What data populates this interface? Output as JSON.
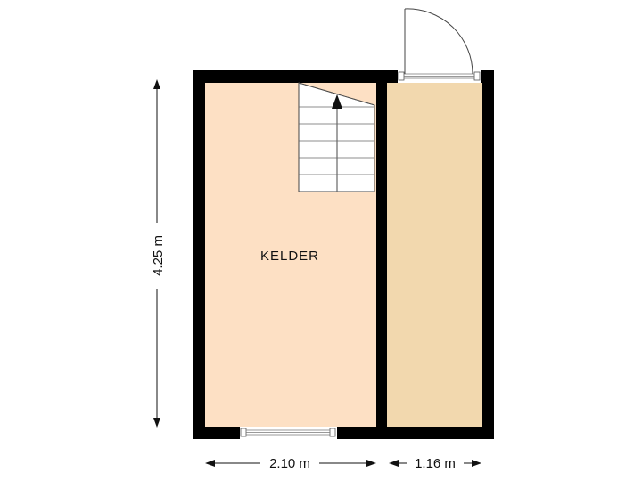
{
  "floorplan": {
    "rooms": [
      {
        "name": "KELDER",
        "fill": "#fde0c4"
      },
      {
        "name": "",
        "fill": "#f2d8ae"
      }
    ],
    "wall_color": "#000000",
    "stair_fill": "#ffffff",
    "dimensions": {
      "width_left": "2.10 m",
      "width_right": "1.16 m",
      "height": "4.25 m"
    },
    "stairs": {
      "direction": "up",
      "steps": 6
    },
    "openings": {
      "door": "top-right",
      "window": "bottom-left"
    }
  }
}
